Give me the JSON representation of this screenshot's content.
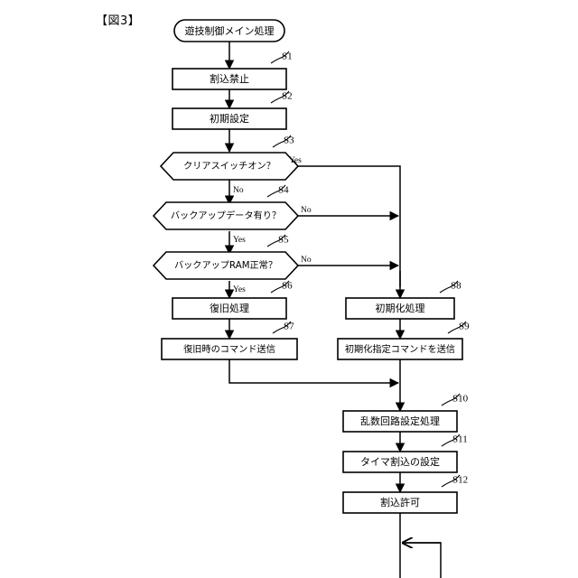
{
  "figure": {
    "label": "【図3】"
  },
  "chart_data": {
    "type": "diagram",
    "diagram_kind": "flowchart",
    "title": "遊技制御メイン処理",
    "nodes": [
      {
        "id": "start",
        "shape": "terminator",
        "label": "遊技制御メイン処理",
        "step": ""
      },
      {
        "id": "s1",
        "shape": "process",
        "label": "割込禁止",
        "step": "S1"
      },
      {
        "id": "s2",
        "shape": "process",
        "label": "初期設定",
        "step": "S2"
      },
      {
        "id": "s3",
        "shape": "decision",
        "label": "クリアスイッチオン？",
        "step": "S3"
      },
      {
        "id": "s4",
        "shape": "decision",
        "label": "バックアップデータ有り？",
        "step": "S4"
      },
      {
        "id": "s5",
        "shape": "decision",
        "label": "バックアップRAM正常？",
        "step": "S5"
      },
      {
        "id": "s6",
        "shape": "process",
        "label": "復旧処理",
        "step": "S6"
      },
      {
        "id": "s7",
        "shape": "process",
        "label": "復旧時のコマンド送信",
        "step": "S7"
      },
      {
        "id": "s8",
        "shape": "process",
        "label": "初期化処理",
        "step": "S8"
      },
      {
        "id": "s9",
        "shape": "process",
        "label": "初期化指定コマンドを送信",
        "step": "S9"
      },
      {
        "id": "s10",
        "shape": "process",
        "label": "乱数回路設定処理",
        "step": "S10"
      },
      {
        "id": "s11",
        "shape": "process",
        "label": "タイマ割込の設定",
        "step": "S11"
      },
      {
        "id": "s12",
        "shape": "process",
        "label": "割込許可",
        "step": "S12"
      },
      {
        "id": "loop",
        "shape": "loop-back",
        "label": "",
        "step": ""
      }
    ],
    "edges": [
      {
        "from": "start",
        "to": "s1",
        "label": ""
      },
      {
        "from": "s1",
        "to": "s2",
        "label": ""
      },
      {
        "from": "s2",
        "to": "s3",
        "label": ""
      },
      {
        "from": "s3",
        "to": "s4",
        "label": "No"
      },
      {
        "from": "s3",
        "to": "s8",
        "label": "Yes"
      },
      {
        "from": "s4",
        "to": "s5",
        "label": "Yes"
      },
      {
        "from": "s4",
        "to": "s8",
        "label": "No"
      },
      {
        "from": "s5",
        "to": "s6",
        "label": "Yes"
      },
      {
        "from": "s5",
        "to": "s8",
        "label": "No"
      },
      {
        "from": "s6",
        "to": "s7",
        "label": ""
      },
      {
        "from": "s7",
        "to": "s10",
        "label": ""
      },
      {
        "from": "s8",
        "to": "s9",
        "label": ""
      },
      {
        "from": "s9",
        "to": "s10",
        "label": ""
      },
      {
        "from": "s10",
        "to": "s11",
        "label": ""
      },
      {
        "from": "s11",
        "to": "s12",
        "label": ""
      },
      {
        "from": "s12",
        "to": "loop",
        "label": ""
      }
    ],
    "branch_labels": {
      "s3_yes": "Yes",
      "s3_no": "No",
      "s4_yes": "Yes",
      "s4_no": "No",
      "s5_yes": "Yes",
      "s5_no": "No"
    },
    "step_labels": [
      "S1",
      "S2",
      "S3",
      "S4",
      "S5",
      "S6",
      "S7",
      "S8",
      "S9",
      "S10",
      "S11",
      "S12"
    ],
    "colors": {
      "background": "#ffffff",
      "stroke": "#000000",
      "text": "#000000"
    }
  }
}
